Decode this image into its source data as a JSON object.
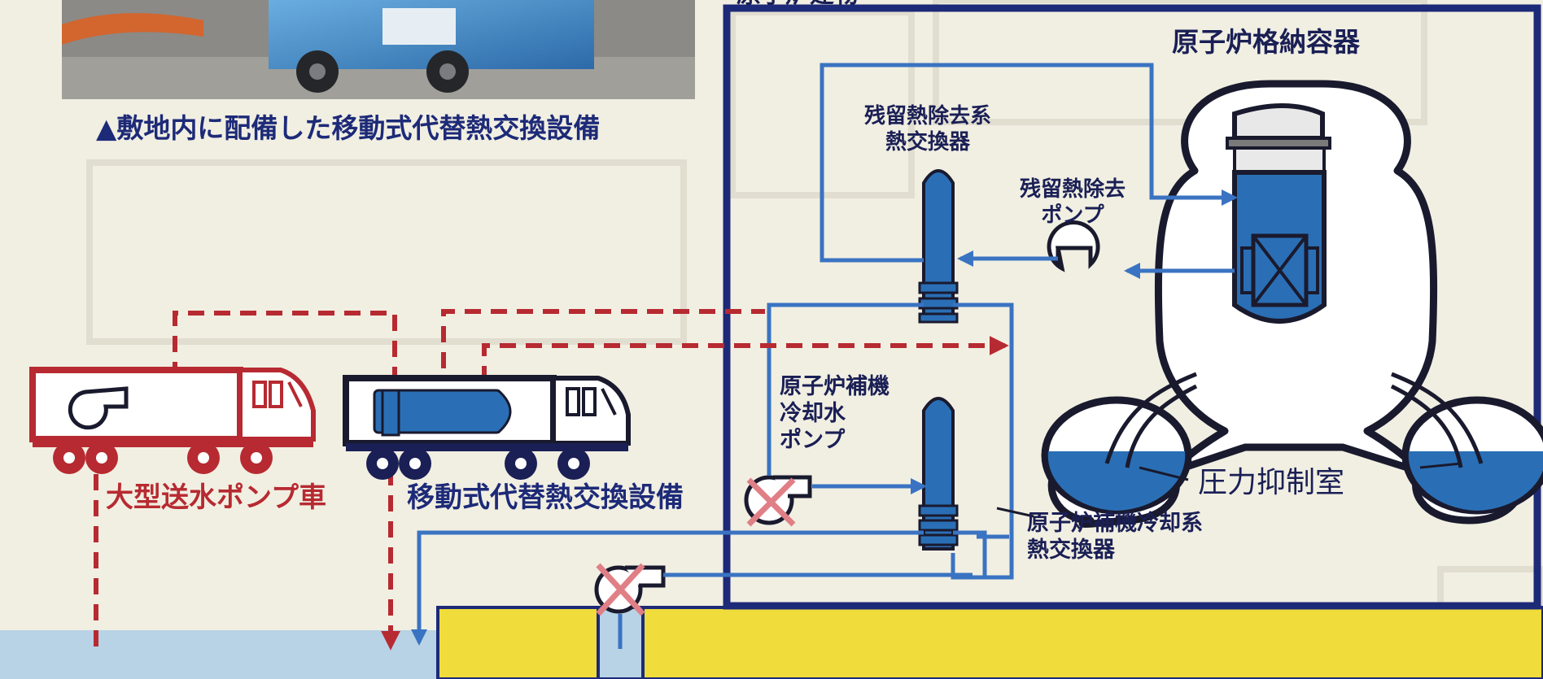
{
  "photo": {
    "caption": "▲敷地内に配備した移動式代替熱交換設備"
  },
  "building_header": "原子炉建物",
  "labels": {
    "containment_vessel": "原子炉格納容器",
    "rhr_heat_exchanger": [
      "残留熱除去系",
      "熱交換器"
    ],
    "rhr_pump": [
      "残留熱除去",
      "ポンプ"
    ],
    "rccw_pump": [
      "原子炉補機",
      "冷却水",
      "ポンプ"
    ],
    "rccw_heat_exchanger": [
      "原子炉補機冷却系",
      "熱交換器"
    ],
    "suppression_chamber": "圧力抑制室",
    "pump_truck": "大型送水ポンプ車",
    "mobile_hx": "移動式代替熱交換設備"
  },
  "colors": {
    "navy": "#1d2a78",
    "blue_equipment": "#2a6fb5",
    "blue_pipe": "#3a73c2",
    "red": "#b72a31",
    "water": "#b8d2e6",
    "yellow": "#f0dc3a"
  }
}
